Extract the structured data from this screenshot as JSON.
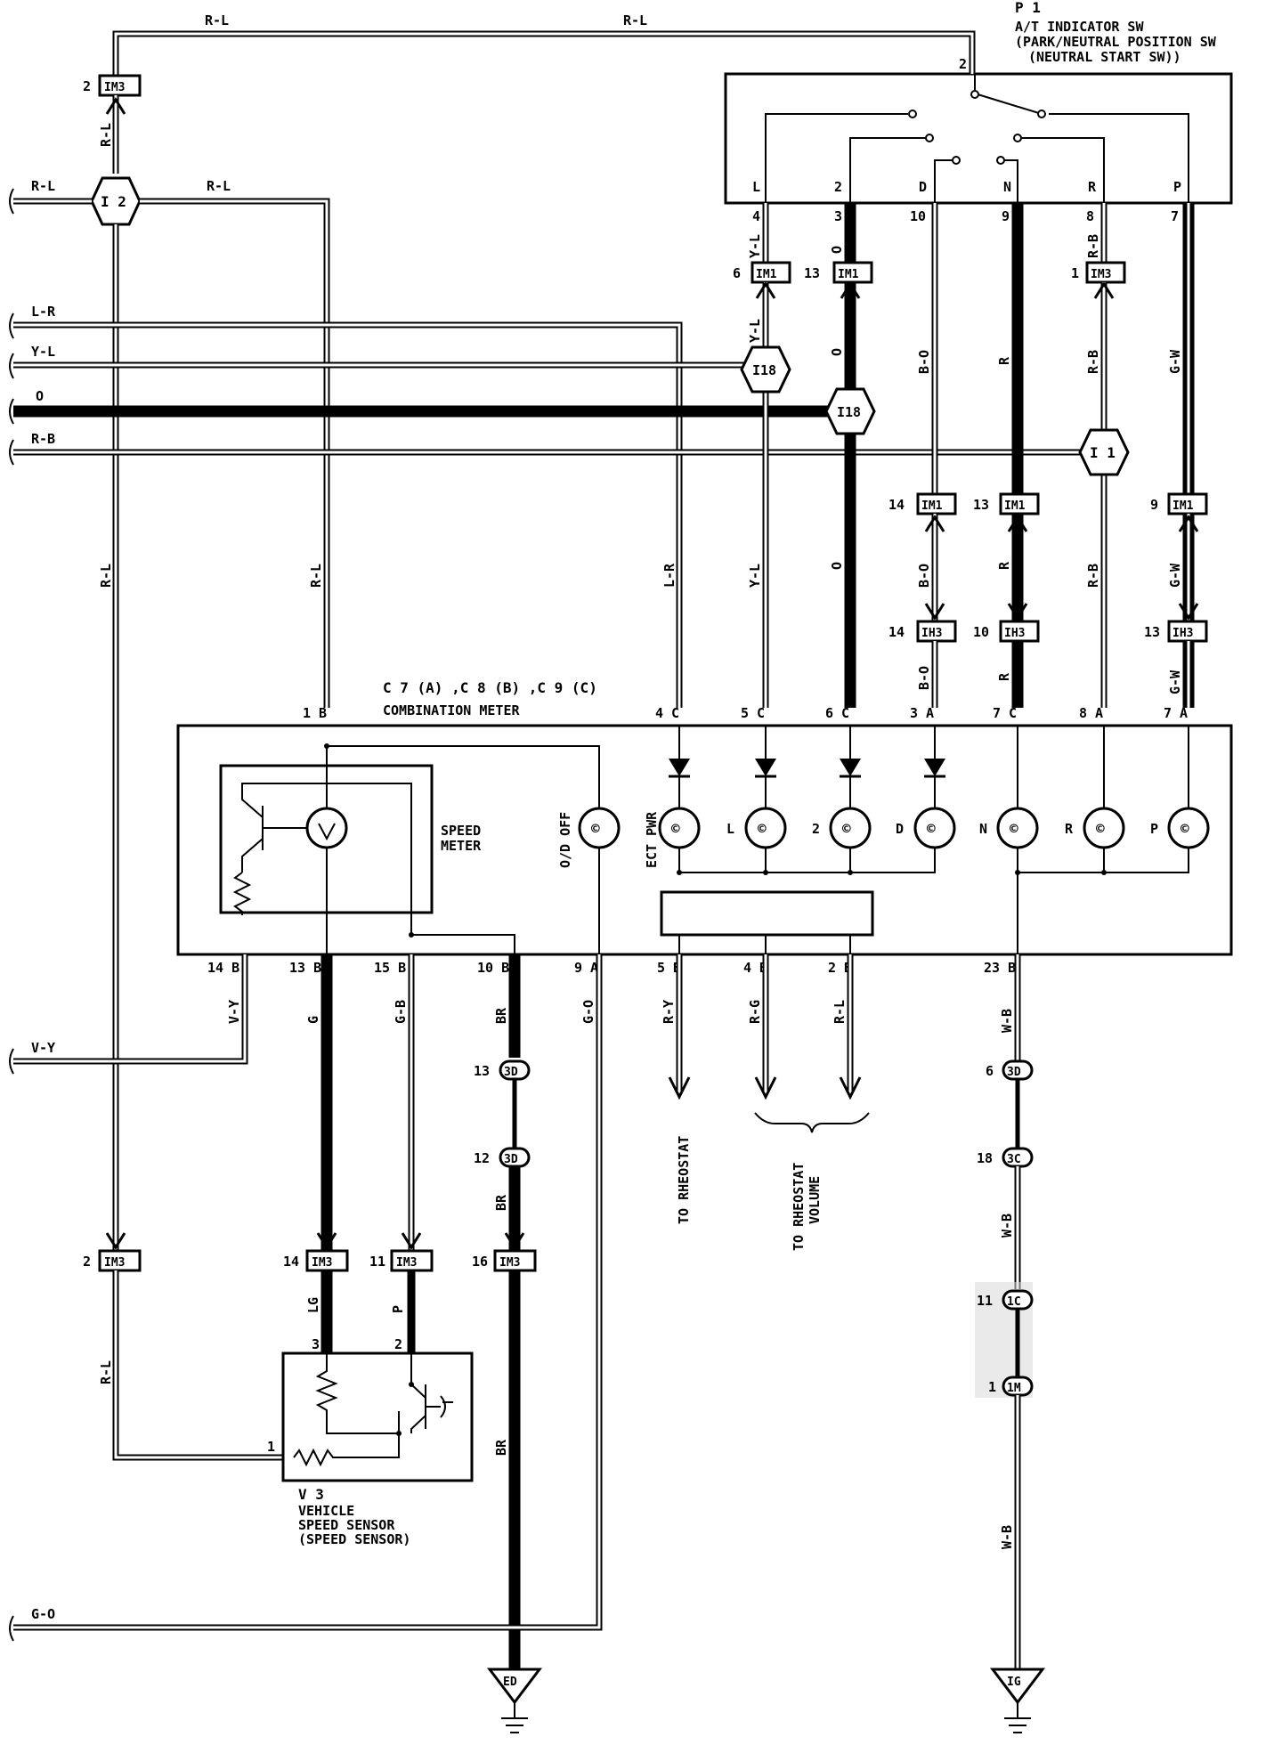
{
  "switch": {
    "id": "P 1",
    "title_line1": "A/T INDICATOR SW",
    "title_line2": "(PARK/NEUTRAL POSITION SW",
    "title_line3": "(NEUTRAL START SW))",
    "pin_top": "2",
    "positions": [
      "L",
      "2",
      "D",
      "N",
      "R",
      "P"
    ],
    "pins": [
      "4",
      "3",
      "10",
      "9",
      "8",
      "7"
    ]
  },
  "meter": {
    "ids": "C 7 (A) ,C 8 (B) ,C 9 (C)",
    "title": "COMBINATION METER",
    "speed_meter_l1": "SPEED",
    "speed_meter_l2": "METER",
    "od_off": "O/D OFF",
    "ect_pwr": "ECT PWR",
    "lamps": [
      "L",
      "2",
      "D",
      "N",
      "R",
      "P"
    ],
    "top_pins": [
      "1 B",
      "4 C",
      "5 C",
      "6 C",
      "3 A",
      "7 C",
      "8 A",
      "7 A"
    ],
    "bottom_pins": [
      "14 B",
      "13 B",
      "15 B",
      "10 B",
      "9 A",
      "5 B",
      "4 B",
      "2 B",
      "23 B"
    ]
  },
  "wires": {
    "RL": "R-L",
    "LR": "L-R",
    "YL": "Y-L",
    "O": "O",
    "RB": "R-B",
    "BO": "B-O",
    "R": "R",
    "GW": "G-W",
    "VY": "V-Y",
    "G": "G",
    "GB": "G-B",
    "BR": "BR",
    "GO": "G-O",
    "RY": "R-Y",
    "RG": "R-G",
    "WB": "W-B",
    "LG": "LG",
    "P": "P"
  },
  "connectors": {
    "IM3": "IM3",
    "IM1": "IM1",
    "IH3": "IH3",
    "I2": "I 2",
    "I18": "I18",
    "I1": "I 1",
    "3D": "3D",
    "3C": "3C",
    "1C": "1C",
    "1M": "1M"
  },
  "connector_pins": {
    "im3_top": "2",
    "im1_6": "6",
    "im1_13": "13",
    "im3_1": "1",
    "in1_14": "14",
    "in1_13": "13",
    "in1_9": "9",
    "ih3_14": "14",
    "ih3_10": "10",
    "ih3_13": "13",
    "im3_2b": "2",
    "im3_14": "14",
    "im3_11": "11",
    "im3_16": "16",
    "d3_13": "13",
    "d3_12": "12",
    "d3_6": "6",
    "c3_18": "18",
    "c1_11": "11",
    "m1_1": "1"
  },
  "sensor": {
    "id": "V 3",
    "name_l1": "VEHICLE",
    "name_l2": "SPEED SENSOR",
    "name_l3": "(SPEED SENSOR)",
    "pins": [
      "3",
      "2",
      "1"
    ]
  },
  "rheostat": {
    "to_rheostat": "TO RHEOSTAT",
    "to_rheostat_vol_l1": "TO RHEOSTAT",
    "to_rheostat_vol_l2": "VOLUME"
  },
  "grounds": {
    "ED": "ED",
    "IG": "IG"
  }
}
